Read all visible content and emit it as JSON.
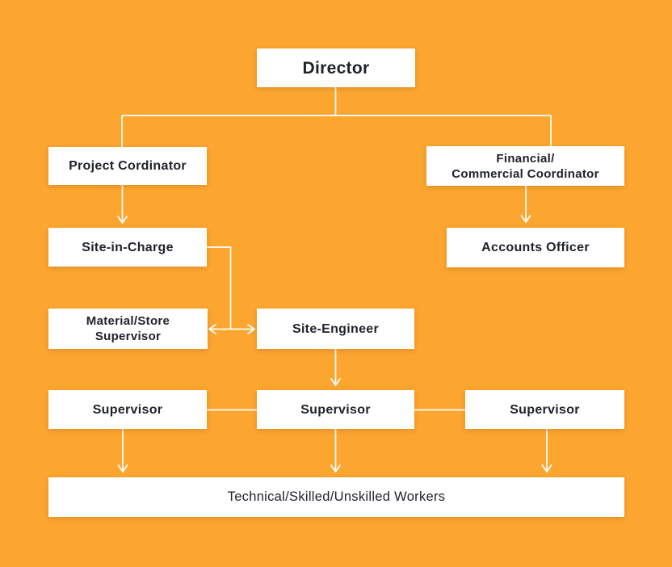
{
  "palette": {
    "background": "#FCA62F",
    "box_fill": "#FFFFFF",
    "text": "#20232B",
    "line": "#FFFFFF"
  },
  "org_chart": {
    "type": "org-chart",
    "nodes": [
      {
        "id": "director",
        "label": "Director"
      },
      {
        "id": "project-coordinator",
        "label": "Project Cordinator"
      },
      {
        "id": "financial-coordinator",
        "label": "Financial/",
        "label2": "Commercial Coordinator"
      },
      {
        "id": "site-in-charge",
        "label": "Site-in-Charge"
      },
      {
        "id": "accounts-officer",
        "label": "Accounts Officer"
      },
      {
        "id": "material-store-supervisor",
        "label": "Material/Store",
        "label2": "Supervisor"
      },
      {
        "id": "site-engineer",
        "label": "Site-Engineer"
      },
      {
        "id": "supervisor-left",
        "label": "Supervisor"
      },
      {
        "id": "supervisor-middle",
        "label": "Supervisor"
      },
      {
        "id": "supervisor-right",
        "label": "Supervisor"
      },
      {
        "id": "workers",
        "label": "Technical/Skilled/Unskilled Workers"
      }
    ],
    "edges": [
      {
        "from": "director",
        "to": "project-coordinator",
        "arrow": "none"
      },
      {
        "from": "director",
        "to": "financial-coordinator",
        "arrow": "none"
      },
      {
        "from": "project-coordinator",
        "to": "site-in-charge",
        "arrow": "down"
      },
      {
        "from": "financial-coordinator",
        "to": "accounts-officer",
        "arrow": "down"
      },
      {
        "from": "site-in-charge",
        "to": "material-store-supervisor",
        "arrow": "end"
      },
      {
        "from": "site-in-charge",
        "to": "site-engineer",
        "arrow": "end"
      },
      {
        "from": "material-store-supervisor",
        "to": "site-engineer",
        "arrow": "both"
      },
      {
        "from": "site-engineer",
        "to": "supervisor-middle",
        "arrow": "down"
      },
      {
        "from": "supervisor-left",
        "to": "supervisor-middle",
        "arrow": "none"
      },
      {
        "from": "supervisor-middle",
        "to": "supervisor-right",
        "arrow": "none"
      },
      {
        "from": "supervisor-left",
        "to": "workers",
        "arrow": "down"
      },
      {
        "from": "supervisor-middle",
        "to": "workers",
        "arrow": "down"
      },
      {
        "from": "supervisor-right",
        "to": "workers",
        "arrow": "down"
      }
    ]
  }
}
